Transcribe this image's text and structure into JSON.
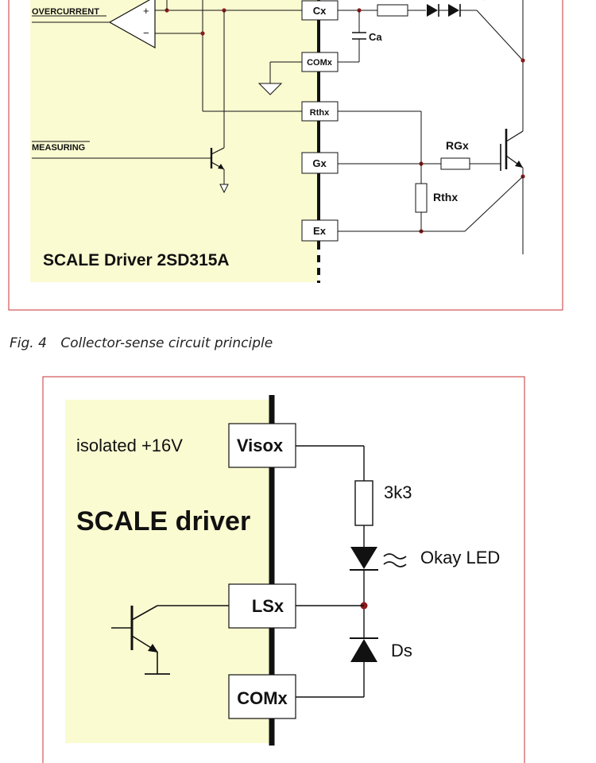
{
  "diagram1": {
    "driver_label": "SCALE Driver 2SD315A",
    "overcurrent_label": "OVERCURRENT",
    "measuring_label": "MEASURING",
    "opamp_plus": "+",
    "opamp_minus": "−",
    "pins": {
      "cx": "Cx",
      "comx": "COMx",
      "rthx": "Rthx",
      "gx": "Gx",
      "ex": "Ex"
    },
    "components": {
      "ca": "Ca",
      "rgx": "RGx",
      "rthx_resistor": "Rthx"
    },
    "colors": {
      "driver_area": "#fbfbd2",
      "frame": "#c83232",
      "node": "#8b1a1a"
    }
  },
  "caption": {
    "number": "Fig. 4",
    "text": "Collector-sense circuit principle"
  },
  "diagram2": {
    "area_label": "isolated +16V",
    "driver_label": "SCALE driver",
    "pins": {
      "visox": "Visox",
      "lsx": "LSx",
      "comx": "COMx"
    },
    "components": {
      "resistor": "3k3",
      "led": "Okay LED",
      "diode": "Ds"
    }
  }
}
